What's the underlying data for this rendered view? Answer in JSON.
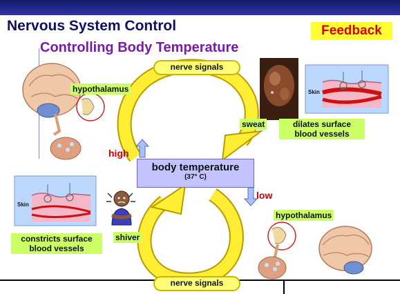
{
  "slide": {
    "title": "Nervous System Control",
    "subtitle": "Controlling Body Temperature",
    "feedback": "Feedback"
  },
  "labels": {
    "nerve_signals_top": "nerve signals",
    "nerve_signals_bottom": "nerve signals",
    "hypothalamus_top": "hypothalamus",
    "hypothalamus_bottom": "hypothalamus",
    "sweat": "sweat",
    "dilates_line1": "dilates surface",
    "dilates_line2": "blood vessels",
    "constricts_line1": "constricts surface",
    "constricts_line2": "blood vessels",
    "shiver": "shiver",
    "high": "high",
    "low": "low"
  },
  "center_box": {
    "label": "body temperature",
    "value": "(37° C)"
  },
  "skin_panels": {
    "top_label": "Skin",
    "bottom_label": "Skin"
  },
  "colors": {
    "arrow_fill": "#ffee33",
    "arrow_stroke": "#b89b00",
    "label_bg": "#ccff66",
    "feedback_bg": "#ffff33",
    "feedback_text": "#d40000",
    "title_text": "#101060",
    "subtitle_text": "#7a1aa8",
    "box_fill": "#c3c3ff",
    "skin_panel_bg": "#bcd8ff"
  }
}
